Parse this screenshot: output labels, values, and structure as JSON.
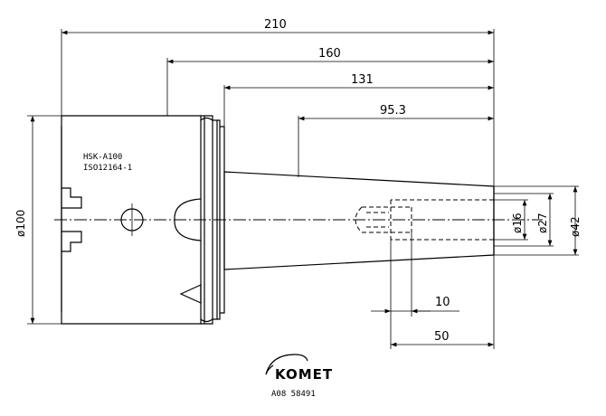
{
  "dimensions": {
    "overall_length": "210",
    "length_160": "160",
    "length_131": "131",
    "length_95_3": "95.3",
    "length_10": "10",
    "length_50": "50",
    "dia_100": "ø100",
    "dia_16": "ø16",
    "dia_27": "ø27",
    "dia_42": "ø42"
  },
  "body_label": {
    "line1": "HSK-A100",
    "line2": "ISO12164-1"
  },
  "brand": {
    "name": "KOMET",
    "part_number": "A08 58491"
  }
}
